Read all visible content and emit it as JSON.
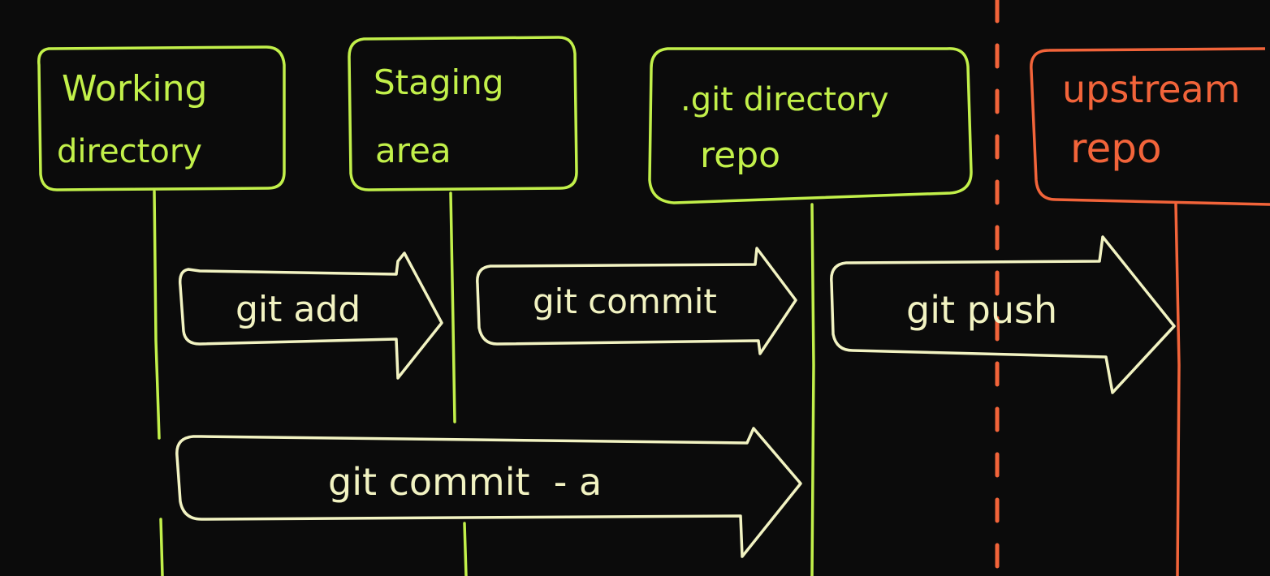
{
  "colors": {
    "background": "#0b0b0b",
    "local": "#c2f04a",
    "remote": "#f2643a",
    "command": "#f2f3c2"
  },
  "areas": [
    {
      "id": "working",
      "lines": [
        "Working",
        "directory"
      ]
    },
    {
      "id": "staging",
      "lines": [
        "Staging",
        "area"
      ]
    },
    {
      "id": "gitdir",
      "lines": [
        ".git directory",
        "repo"
      ]
    },
    {
      "id": "upstream",
      "lines": [
        "upstream",
        "repo"
      ]
    }
  ],
  "commands": [
    {
      "id": "add",
      "label": "git add"
    },
    {
      "id": "commit",
      "label": "git commit"
    },
    {
      "id": "push",
      "label": "git push"
    },
    {
      "id": "commit_a",
      "label": "git commit  - a"
    }
  ]
}
